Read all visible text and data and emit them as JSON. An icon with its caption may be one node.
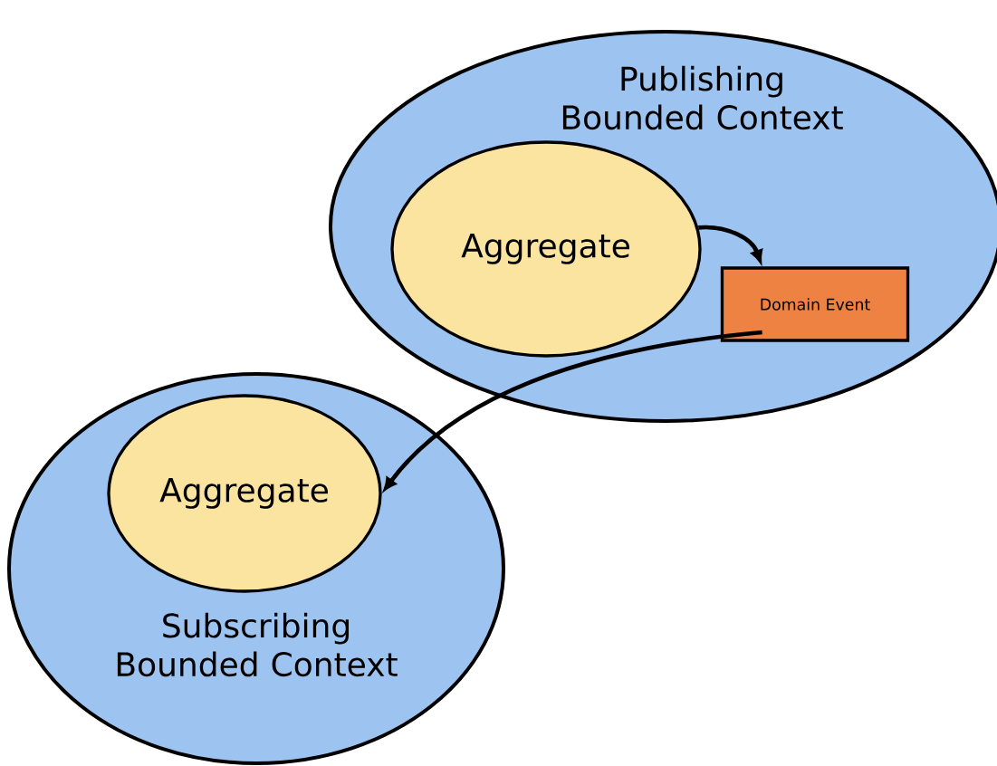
{
  "diagram": {
    "nodes": [
      {
        "text": [
          "Publishing Bounded Context"
        ]
      },
      {
        "text": [
          "Aggregate"
        ],
        "in": 0
      },
      {
        "text": [
          "Domain Event"
        ],
        "in": 0
      },
      {
        "text": [
          "Subscribing Bounded Context"
        ]
      },
      {
        "text": [
          "Aggregate"
        ],
        "in": 3
      }
    ],
    "edges": [
      {
        "from": 1,
        "to": 2,
        "arrow": "to"
      },
      {
        "from": 2,
        "to": 4,
        "arrow": "to"
      }
    ]
  }
}
